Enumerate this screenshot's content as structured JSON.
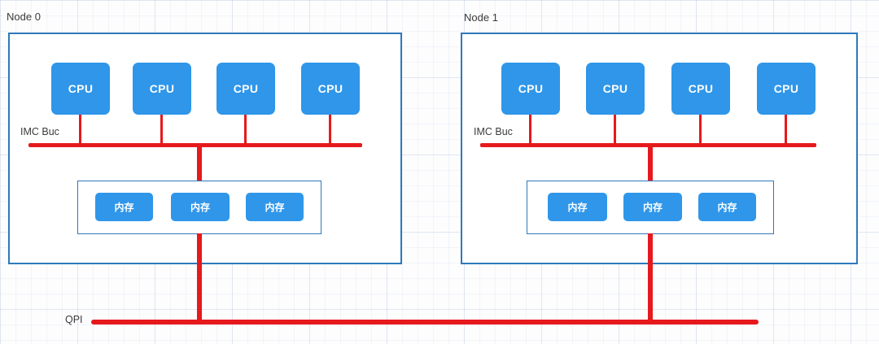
{
  "diagram": {
    "type": "numa-architecture",
    "nodes": [
      {
        "label": "Node 0",
        "bus_label": "IMC Buc",
        "cpus": [
          "CPU",
          "CPU",
          "CPU",
          "CPU"
        ],
        "memories": [
          "内存",
          "内存",
          "内存"
        ]
      },
      {
        "label": "Node 1",
        "bus_label": "IMC Buc",
        "cpus": [
          "CPU",
          "CPU",
          "CPU",
          "CPU"
        ],
        "memories": [
          "内存",
          "内存",
          "内存"
        ]
      }
    ],
    "qpi": {
      "label": "QPI"
    }
  },
  "colors": {
    "block_fill": "#2f96e9",
    "line_red": "#e6191d",
    "box_border": "#2e79bc",
    "text_dark": "#3b3b3b"
  }
}
